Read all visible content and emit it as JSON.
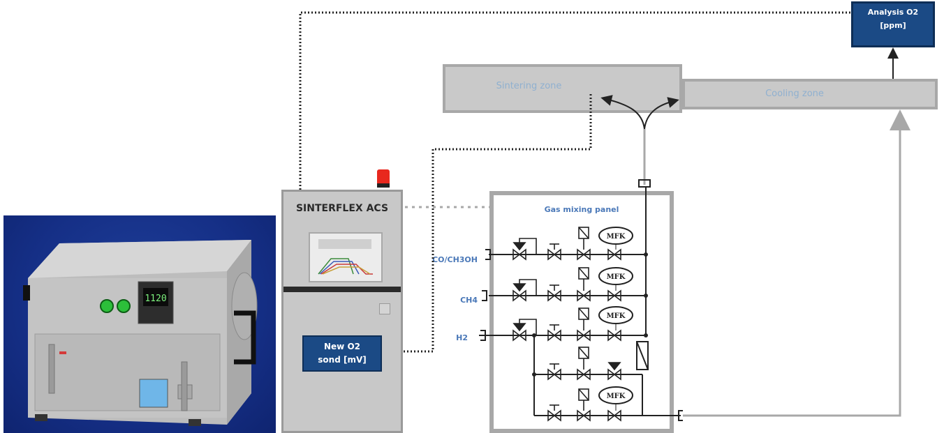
{
  "controller": {
    "title": "SINTERFLEX ACS"
  },
  "o2_sensor": {
    "line1": "New O2",
    "line2": "sond [mV]"
  },
  "analysis": {
    "line1": "Analysis O2",
    "line2": "[ppm]"
  },
  "zones": {
    "sintering": "Sintering zone",
    "cooling": "Cooling zone"
  },
  "panel": {
    "title": "Gas mixing panel",
    "mfc_label": "MFK"
  },
  "gases": [
    {
      "label": "CO/CH3OH"
    },
    {
      "label": "CH4"
    },
    {
      "label": "H2"
    }
  ],
  "furnace_display": {
    "value": "1120"
  },
  "colors": {
    "accent_blue": "#1b4a85",
    "zone_gray": "#c9c9c9",
    "label_blue": "#4a78b8",
    "alarm_red": "#e8281e"
  }
}
